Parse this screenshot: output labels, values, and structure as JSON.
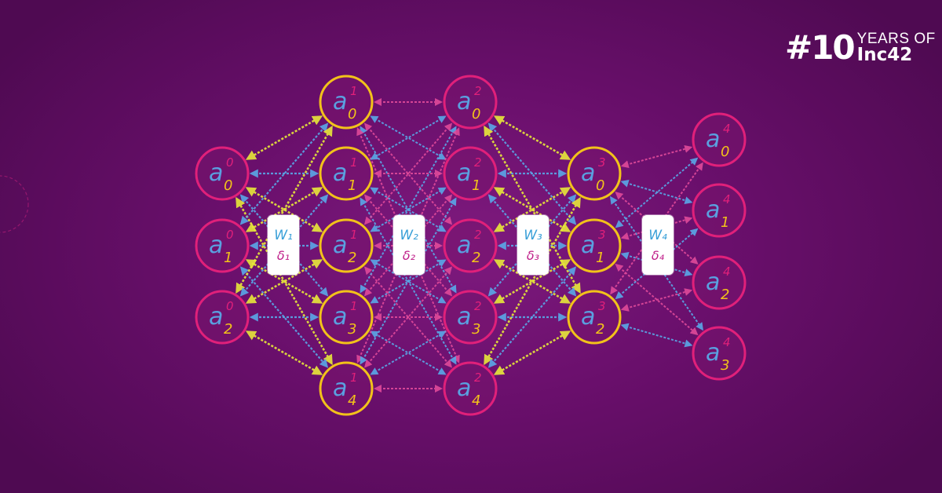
{
  "branding": {
    "logo_number": "#10",
    "logo_top": "YEARS OF",
    "logo_bottom": "Inc42"
  },
  "colors": {
    "background": "#6a0f6c",
    "ring_yellow": "#f2c21a",
    "ring_pink": "#e0207a",
    "edge_yellow": "#e8e83a",
    "edge_blue": "#5aa8e8",
    "edge_pink": "#e04a9a",
    "letter_blue": "#5aa0e0",
    "sup_pink": "#e0207a",
    "sub_yellow": "#f2c21a"
  },
  "layers": [
    {
      "index": "0",
      "ring": "pink",
      "nodes": [
        {
          "letter": "a",
          "sup": "0",
          "sub": "0"
        },
        {
          "letter": "a",
          "sup": "0",
          "sub": "1"
        },
        {
          "letter": "a",
          "sup": "0",
          "sub": "2"
        }
      ]
    },
    {
      "index": "1",
      "ring": "yellow",
      "nodes": [
        {
          "letter": "a",
          "sup": "1",
          "sub": "0"
        },
        {
          "letter": "a",
          "sup": "1",
          "sub": "1"
        },
        {
          "letter": "a",
          "sup": "1",
          "sub": "2"
        },
        {
          "letter": "a",
          "sup": "1",
          "sub": "3"
        },
        {
          "letter": "a",
          "sup": "1",
          "sub": "4"
        }
      ]
    },
    {
      "index": "2",
      "ring": "pink",
      "nodes": [
        {
          "letter": "a",
          "sup": "2",
          "sub": "0"
        },
        {
          "letter": "a",
          "sup": "2",
          "sub": "1"
        },
        {
          "letter": "a",
          "sup": "2",
          "sub": "2"
        },
        {
          "letter": "a",
          "sup": "2",
          "sub": "3"
        },
        {
          "letter": "a",
          "sup": "2",
          "sub": "4"
        }
      ]
    },
    {
      "index": "3",
      "ring": "yellow",
      "nodes": [
        {
          "letter": "a",
          "sup": "3",
          "sub": "0"
        },
        {
          "letter": "a",
          "sup": "3",
          "sub": "1"
        },
        {
          "letter": "a",
          "sup": "3",
          "sub": "2"
        }
      ]
    },
    {
      "index": "4",
      "ring": "pink",
      "nodes": [
        {
          "letter": "a",
          "sup": "4",
          "sub": "0"
        },
        {
          "letter": "a",
          "sup": "4",
          "sub": "1"
        },
        {
          "letter": "a",
          "sup": "4",
          "sub": "2"
        },
        {
          "letter": "a",
          "sup": "4",
          "sub": "3"
        }
      ]
    }
  ],
  "weights": [
    {
      "w": "W₁",
      "d": "δ₁"
    },
    {
      "w": "W₂",
      "d": "δ₂"
    },
    {
      "w": "W₃",
      "d": "δ₃"
    },
    {
      "w": "W₄",
      "d": "δ₄"
    }
  ]
}
